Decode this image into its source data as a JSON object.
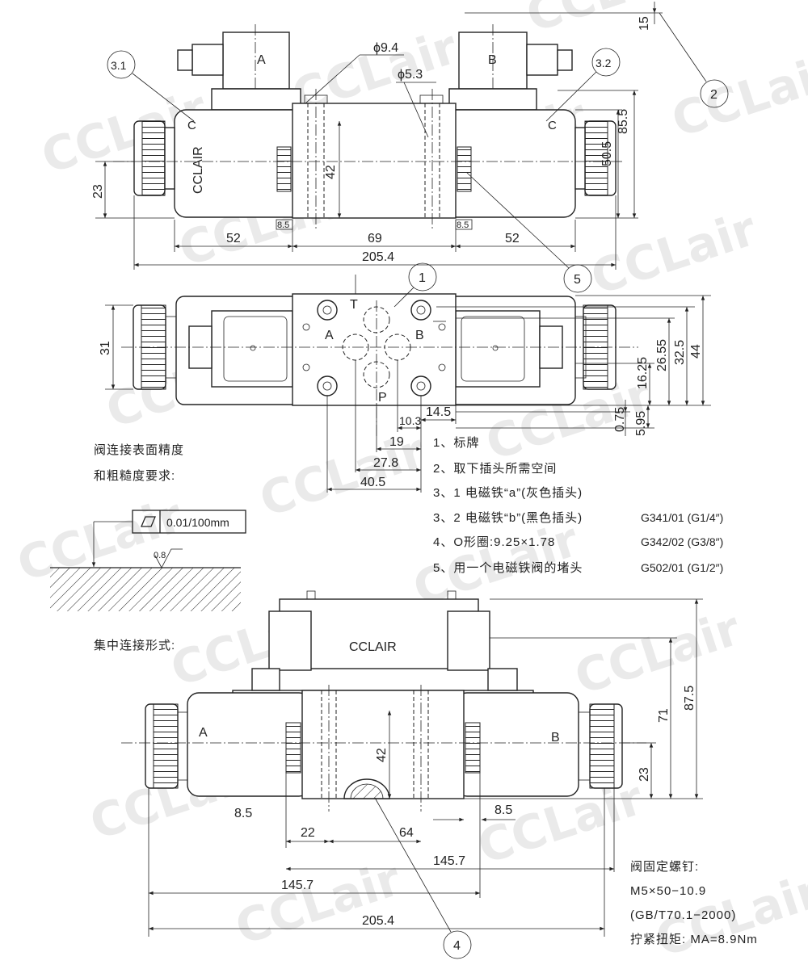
{
  "coil_labels": {
    "a": "A",
    "b": "B",
    "p": "P",
    "t": "T"
  },
  "brand": "CCLAIR",
  "watermark": "CCLair",
  "balloons": {
    "b1": "1",
    "b2": "2",
    "b5": "5",
    "b31": "3.1",
    "b32": "3.2",
    "b4": "4"
  },
  "top_view": {
    "dia_large": "ϕ9.4",
    "dia_small": "ϕ5.3",
    "d15": "15",
    "d85_5": "85.5",
    "d50_5": "50.5",
    "d42": "42",
    "d23": "23",
    "d8_5_left": "8.5",
    "d8_5_right": "8.5",
    "d52_left": "52",
    "d69": "69",
    "d52_right": "52",
    "d205_4": "205.4"
  },
  "middle_view": {
    "d31": "31",
    "d44": "44",
    "d32_5": "32.5",
    "d26_55": "26.55",
    "d16_25": "16.25",
    "d0_75": "0.75",
    "d5_95": "5.95",
    "d10_3": "10.3",
    "d14_5": "14.5",
    "d19": "19",
    "d27_8": "27.8",
    "d40_5": "40.5"
  },
  "notes": [
    {
      "text": "1、标牌",
      "code": ""
    },
    {
      "text": "2、取下插头所需空间",
      "code": ""
    },
    {
      "text": "3、1 电磁铁“a”(灰色插头)",
      "code": ""
    },
    {
      "text": "3、2 电磁铁“b”(黑色插头)",
      "code": "G341/01 (G1/4″)"
    },
    {
      "text": "4、O形圈:9.25×1.78",
      "code": "G342/02 (G3/8″)"
    },
    {
      "text": "5、用一个电磁铁阀的堵头",
      "code": "G502/01 (G1/2″)"
    }
  ],
  "surface": {
    "title_1": "阀连接表面精度",
    "title_2": "和粗糙度要求:",
    "flatness": "0.01/100mm",
    "roughness": "0.8"
  },
  "bottom_view": {
    "title": "集中连接形式:",
    "d8_5_left": "8.5",
    "d8_5_right": "8.5",
    "d22": "22",
    "d64": "64",
    "d145_7_top": "145.7",
    "d145_7_bottom": "145.7",
    "d205_4": "205.4",
    "d42": "42",
    "d71": "71",
    "d87_5": "87.5",
    "d23": "23"
  },
  "screw": {
    "line1": "阀固定螺钉:",
    "line2": "M5×50−10.9",
    "line3": "(GB/T70.1−2000)",
    "line4": "拧紧扭矩:  MA=8.9Nm"
  }
}
